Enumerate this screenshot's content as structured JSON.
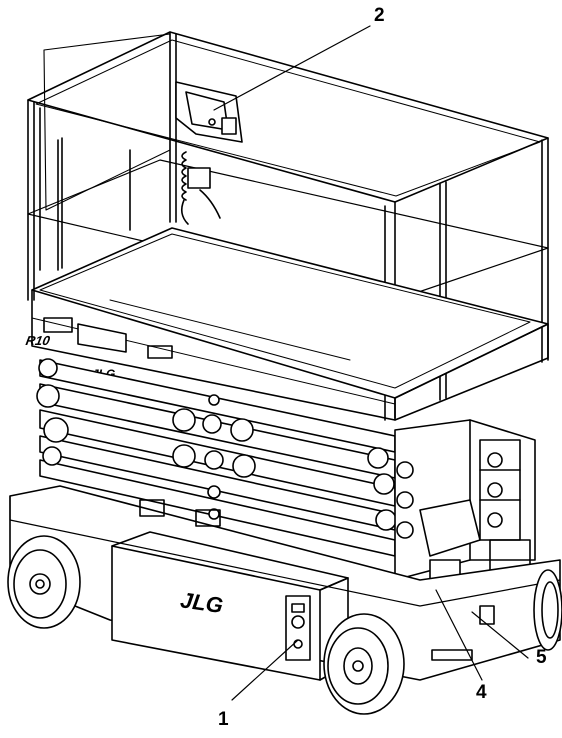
{
  "diagram": {
    "callouts": [
      {
        "id": "c1",
        "label": "1"
      },
      {
        "id": "c2",
        "label": "2"
      },
      {
        "id": "c4",
        "label": "4"
      },
      {
        "id": "c5",
        "label": "5"
      }
    ],
    "platform_model_label": "R10",
    "brand_logo_text": "JLG",
    "line_color": "#000000",
    "background_color": "#ffffff"
  }
}
